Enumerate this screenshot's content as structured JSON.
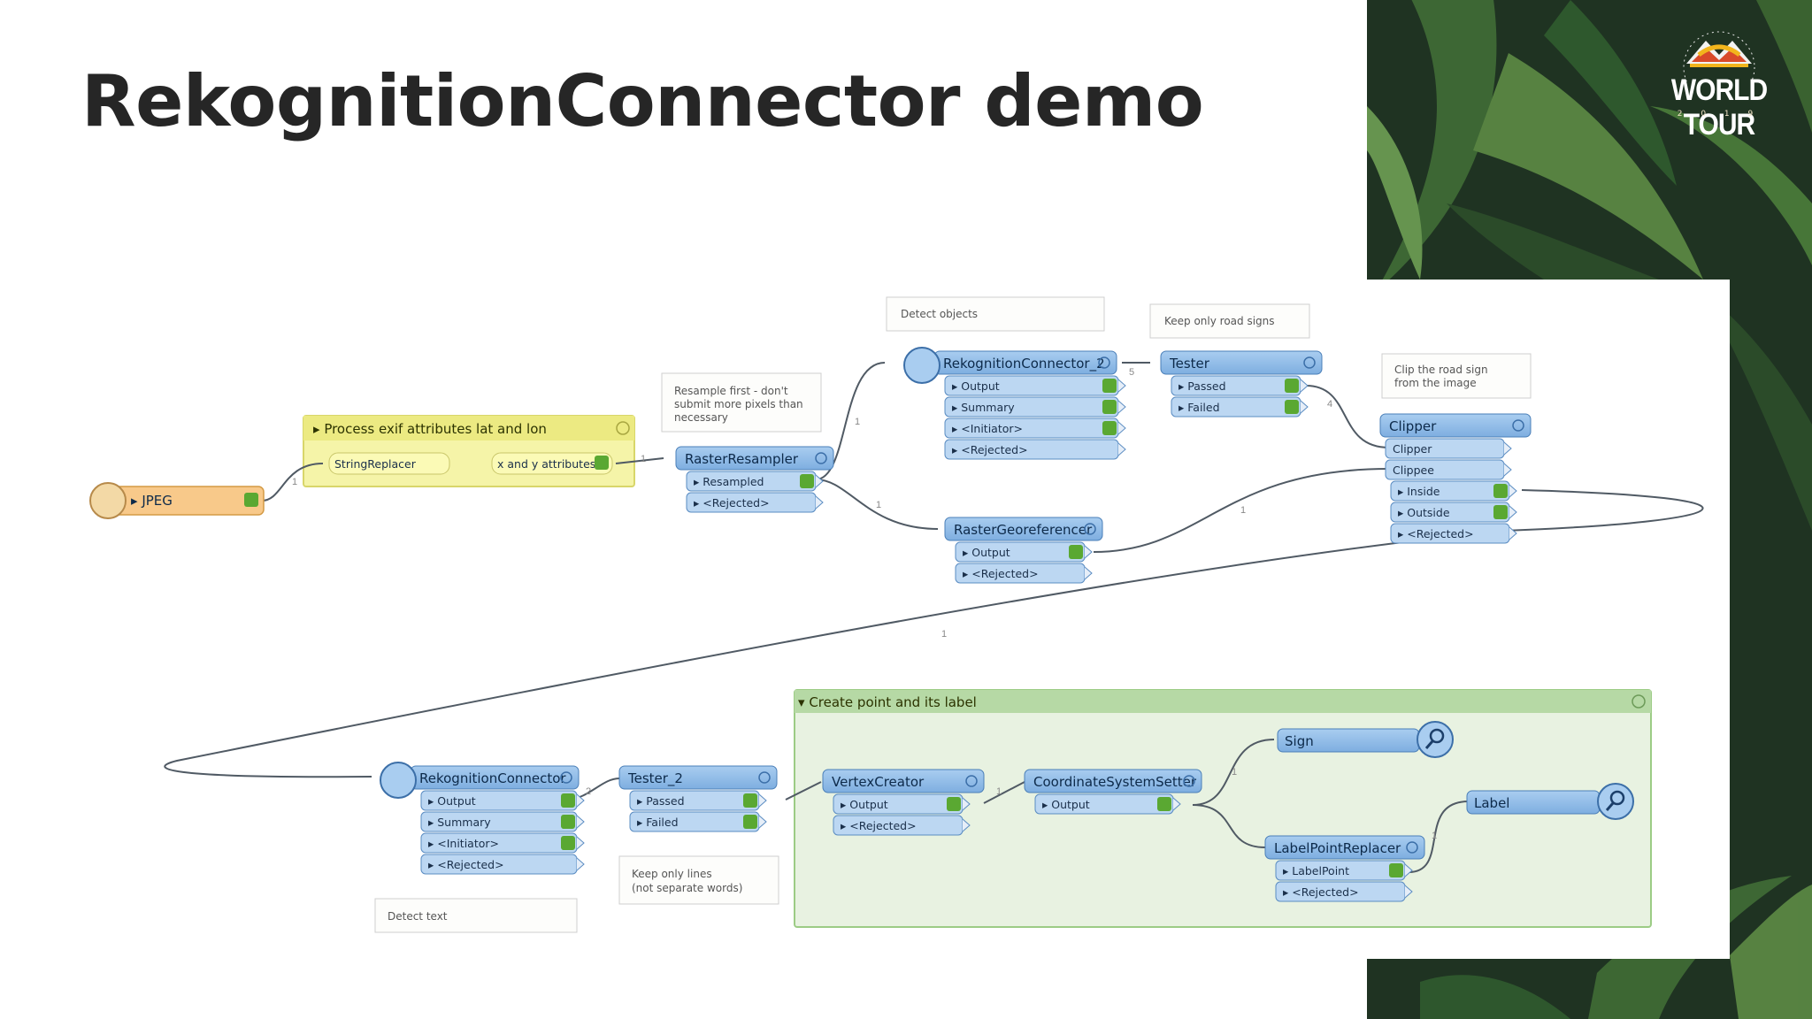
{
  "slide": {
    "title": "RekognitionConnector demo"
  },
  "logo": {
    "text": "WORLD TOUR",
    "year": "2 0 1 9"
  },
  "reader": {
    "label": "JPEG"
  },
  "bookmarks": {
    "exif": {
      "title": "Process exif attributes lat and lon",
      "string_replacer": "StringReplacer",
      "xy": "x and y attributes"
    },
    "create_point": {
      "title": "Create point and its label"
    }
  },
  "notes": {
    "resample": [
      "Resample first - don't",
      "submit more pixels than",
      "necessary"
    ],
    "detect_objects": "Detect objects",
    "road_signs": "Keep only road signs",
    "clip": [
      "Clip the road sign",
      "from the image"
    ],
    "detect_text": "Detect text",
    "lines": [
      "Keep only lines",
      "(not separate words)"
    ]
  },
  "transformers": {
    "raster_resampler": {
      "name": "RasterResampler",
      "ports": [
        "Resampled",
        "<Rejected>"
      ]
    },
    "rekognition_2": {
      "name": "RekognitionConnector_2",
      "ports": [
        "Output",
        "Summary",
        "<Initiator>",
        "<Rejected>"
      ]
    },
    "raster_georef": {
      "name": "RasterGeoreferencer",
      "ports": [
        "Output",
        "<Rejected>"
      ]
    },
    "tester": {
      "name": "Tester",
      "ports": [
        "Passed",
        "Failed"
      ]
    },
    "clipper": {
      "name": "Clipper",
      "inputs": [
        "Clipper",
        "Clippee"
      ],
      "ports": [
        "Inside",
        "Outside",
        "<Rejected>"
      ]
    },
    "rekognition": {
      "name": "RekognitionConnector",
      "ports": [
        "Output",
        "Summary",
        "<Initiator>",
        "<Rejected>"
      ]
    },
    "tester_2": {
      "name": "Tester_2",
      "ports": [
        "Passed",
        "Failed"
      ]
    },
    "vertex_creator": {
      "name": "VertexCreator",
      "ports": [
        "Output",
        "<Rejected>"
      ]
    },
    "coord_setter": {
      "name": "CoordinateSystemSetter",
      "ports": [
        "Output"
      ]
    },
    "label_replacer": {
      "name": "LabelPointReplacer",
      "ports": [
        "LabelPoint",
        "<Rejected>"
      ]
    }
  },
  "inspectors": {
    "sign": "Sign",
    "label": "Label"
  },
  "colors": {
    "accent_blue": "#8fb7e3",
    "bookmark_yellow": "#f2f19a",
    "bookmark_green": "#e6f1df",
    "reader_orange": "#f8c98a"
  }
}
